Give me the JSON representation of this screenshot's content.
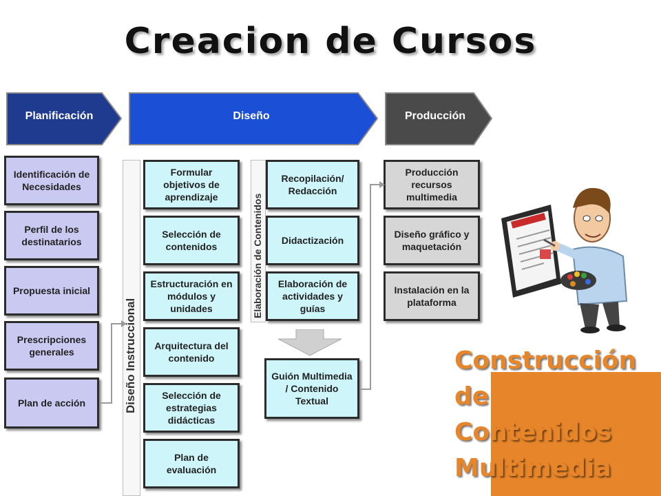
{
  "title": "Creacion de Cursos",
  "phases": {
    "planificacion": "Planificación",
    "diseno": "Diseño",
    "produccion": "Producción"
  },
  "planificacion_items": [
    "Identificación de Necesidades",
    "Perfil de los destinatarios",
    "Propuesta inicial",
    "Prescripciones generales",
    "Plan de acción"
  ],
  "diseno_instruccional": {
    "label": "Diseño Instruccional",
    "items": [
      "Formular objetivos de aprendizaje",
      "Selección de contenidos",
      "Estructuración en módulos y unidades",
      "Arquitectura del contenido",
      "Selección de estrategias didácticas",
      "Plan de evaluación"
    ]
  },
  "elaboracion_contenidos": {
    "label": "Elaboración de Contenidos",
    "items": [
      "Recopilación/ Redacción",
      "Didactización",
      "Elaboración de actividades y guías"
    ]
  },
  "guion": "Guión Multimedia / Contenido Textual",
  "produccion_items": [
    "Producción recursos multimedia",
    "Diseño gráfico y maquetación",
    "Instalación en la plataforma"
  ],
  "callout": {
    "line1": "Construcción de",
    "line2": "Contenidos",
    "line3": "Multimedia"
  },
  "colors": {
    "planificacion": "#1f3b8f",
    "diseno": "#1a4fd6",
    "produccion": "#4a4a4a",
    "accent": "#e6852a"
  }
}
